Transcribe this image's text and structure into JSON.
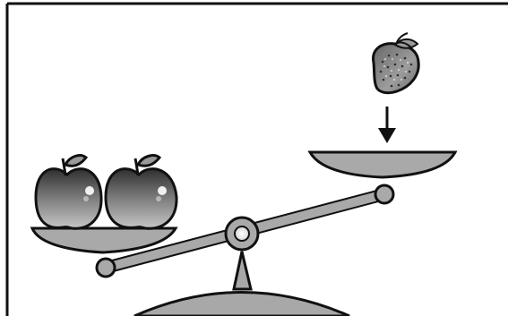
{
  "illustration": {
    "subject": "balance-scale",
    "left_pan": {
      "items": [
        {
          "kind": "apple",
          "icon": "apple-icon"
        },
        {
          "kind": "apple",
          "icon": "apple-icon"
        }
      ]
    },
    "right_pan": {
      "items": []
    },
    "incoming": {
      "kind": "strawberry",
      "icon": "strawberry-icon",
      "direction": "down"
    },
    "tilt": "left-down",
    "colors": {
      "frame": "#111111",
      "metal": "#a9a9a9",
      "metal_dark": "#7d7d7d",
      "apple_light": "#bfbfbf",
      "apple_dark": "#4f4f4f",
      "strawberry": "#8c8c8c",
      "leaf": "#9a9a9a"
    }
  }
}
